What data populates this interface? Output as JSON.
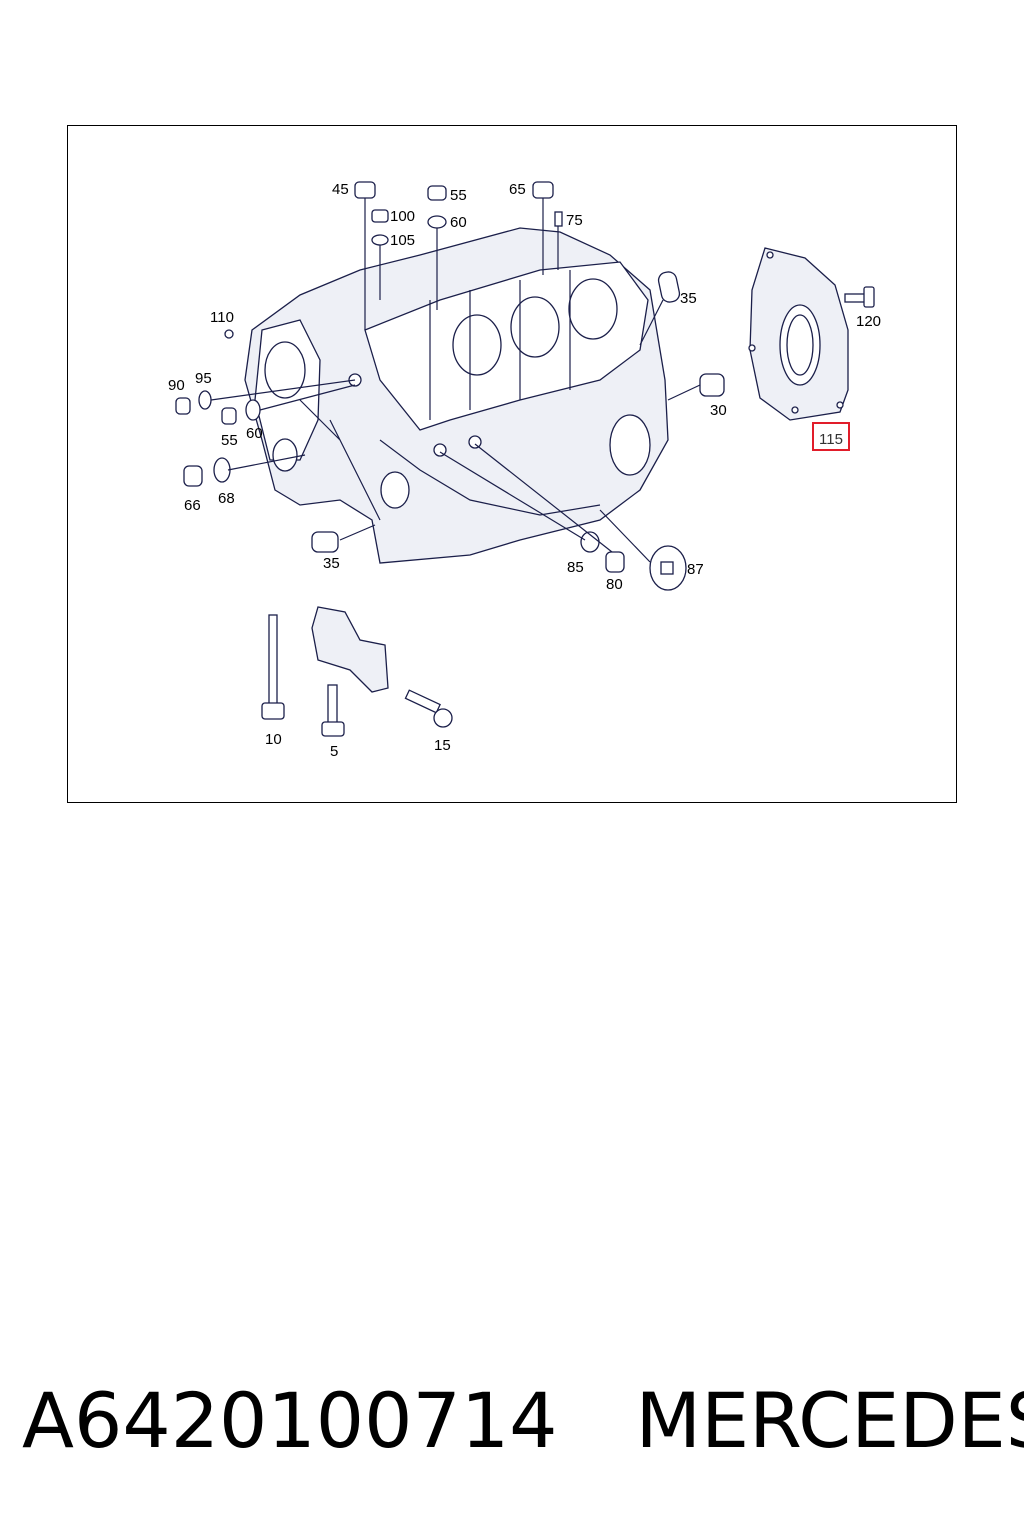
{
  "callouts": [
    {
      "id": "45",
      "label": "45"
    },
    {
      "id": "55a",
      "label": "55"
    },
    {
      "id": "65",
      "label": "65"
    },
    {
      "id": "100",
      "label": "100"
    },
    {
      "id": "60a",
      "label": "60"
    },
    {
      "id": "75",
      "label": "75"
    },
    {
      "id": "105",
      "label": "105"
    },
    {
      "id": "35a",
      "label": "35"
    },
    {
      "id": "110",
      "label": "110"
    },
    {
      "id": "120",
      "label": "120"
    },
    {
      "id": "90",
      "label": "90"
    },
    {
      "id": "95",
      "label": "95"
    },
    {
      "id": "30",
      "label": "30"
    },
    {
      "id": "55b",
      "label": "55"
    },
    {
      "id": "60b",
      "label": "60"
    },
    {
      "id": "115",
      "label": "115"
    },
    {
      "id": "66",
      "label": "66"
    },
    {
      "id": "68",
      "label": "68"
    },
    {
      "id": "35b",
      "label": "35"
    },
    {
      "id": "85",
      "label": "85"
    },
    {
      "id": "87",
      "label": "87"
    },
    {
      "id": "80",
      "label": "80"
    },
    {
      "id": "10",
      "label": "10"
    },
    {
      "id": "5",
      "label": "5"
    },
    {
      "id": "15",
      "label": "15"
    }
  ],
  "highlight_color": "#e11d2a",
  "caption": {
    "part_number": "A6420100714",
    "brand": "MERCEDES"
  }
}
